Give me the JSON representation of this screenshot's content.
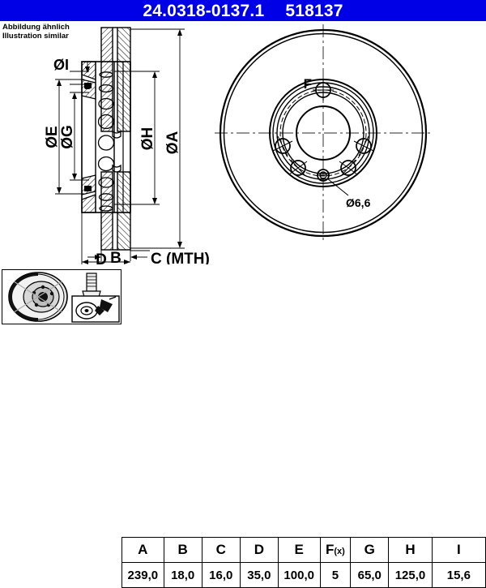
{
  "header": {
    "part_number": "24.0318-0137.1",
    "reference_number": "518137",
    "background_color": "#0000e6",
    "text_color": "#ffffff"
  },
  "caption": {
    "line_de": "Abbildung ähnlich",
    "line_en": "Illustration similar"
  },
  "drawing": {
    "section_view": {
      "name": "brake-disc-cross-section",
      "dimension_labels": [
        {
          "id": "I",
          "label": "ØI"
        },
        {
          "id": "E",
          "label": "ØE"
        },
        {
          "id": "G",
          "label": "ØG"
        },
        {
          "id": "H",
          "label": "ØH"
        },
        {
          "id": "A",
          "label": "ØA"
        },
        {
          "id": "B",
          "label": "B"
        },
        {
          "id": "C",
          "label": "C (MTH)"
        },
        {
          "id": "D",
          "label": "D"
        }
      ]
    },
    "front_view": {
      "name": "brake-disc-front-view",
      "bolt_circle_label": "F",
      "hole_diameter_label": "Ø6,6",
      "bolt_hole_count": 5
    }
  },
  "table": {
    "headers": [
      "A",
      "B",
      "C",
      "D",
      "E",
      "F(x)",
      "G",
      "H",
      "I"
    ],
    "header_f_main": "F",
    "header_f_sub": "(x)",
    "values": [
      "239,0",
      "18,0",
      "16,0",
      "35,0",
      "100,0",
      "5",
      "65,0",
      "125,0",
      "15,6"
    ]
  },
  "icons": {
    "product_photo": "brake-disc-photo",
    "bolt": "bolt-icon",
    "tool": "tool-spray-icon"
  }
}
